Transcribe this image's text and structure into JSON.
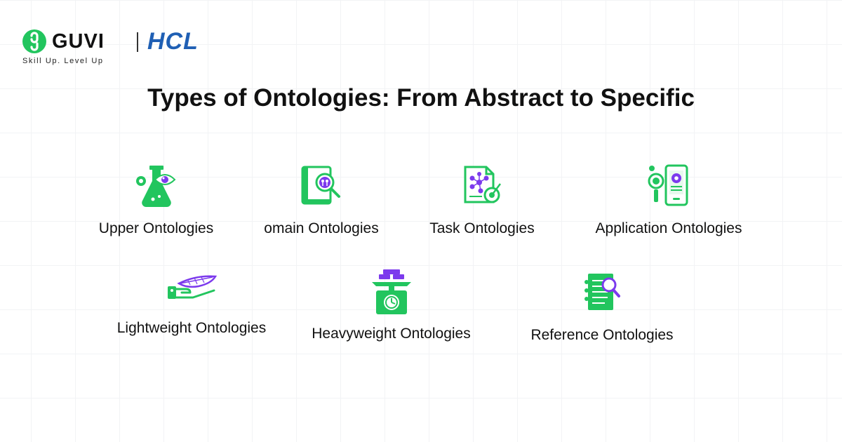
{
  "brand": {
    "guvi": "GUVI",
    "hcl": "HCL",
    "tagline": "Skill Up. Level Up"
  },
  "title": "Types of Ontologies: From Abstract to Specific",
  "colors": {
    "green": "#22c55e",
    "purple": "#7c3aed",
    "hcl_blue": "#1f5fb4"
  },
  "items": [
    {
      "label": "Upper Ontologies",
      "icon": "flask-eye-gear-icon"
    },
    {
      "label": "omain Ontologies",
      "icon": "book-magnifier-icon"
    },
    {
      "label": "Task Ontologies",
      "icon": "document-network-target-icon"
    },
    {
      "label": "Application Ontologies",
      "icon": "phone-gear-magnifier-icon"
    },
    {
      "label": "Lightweight Ontologies",
      "icon": "hand-feather-icon"
    },
    {
      "label": "Heavyweight Ontologies",
      "icon": "scale-gold-bars-icon"
    },
    {
      "label": "Reference Ontologies",
      "icon": "notebook-magnifier-icon"
    }
  ]
}
